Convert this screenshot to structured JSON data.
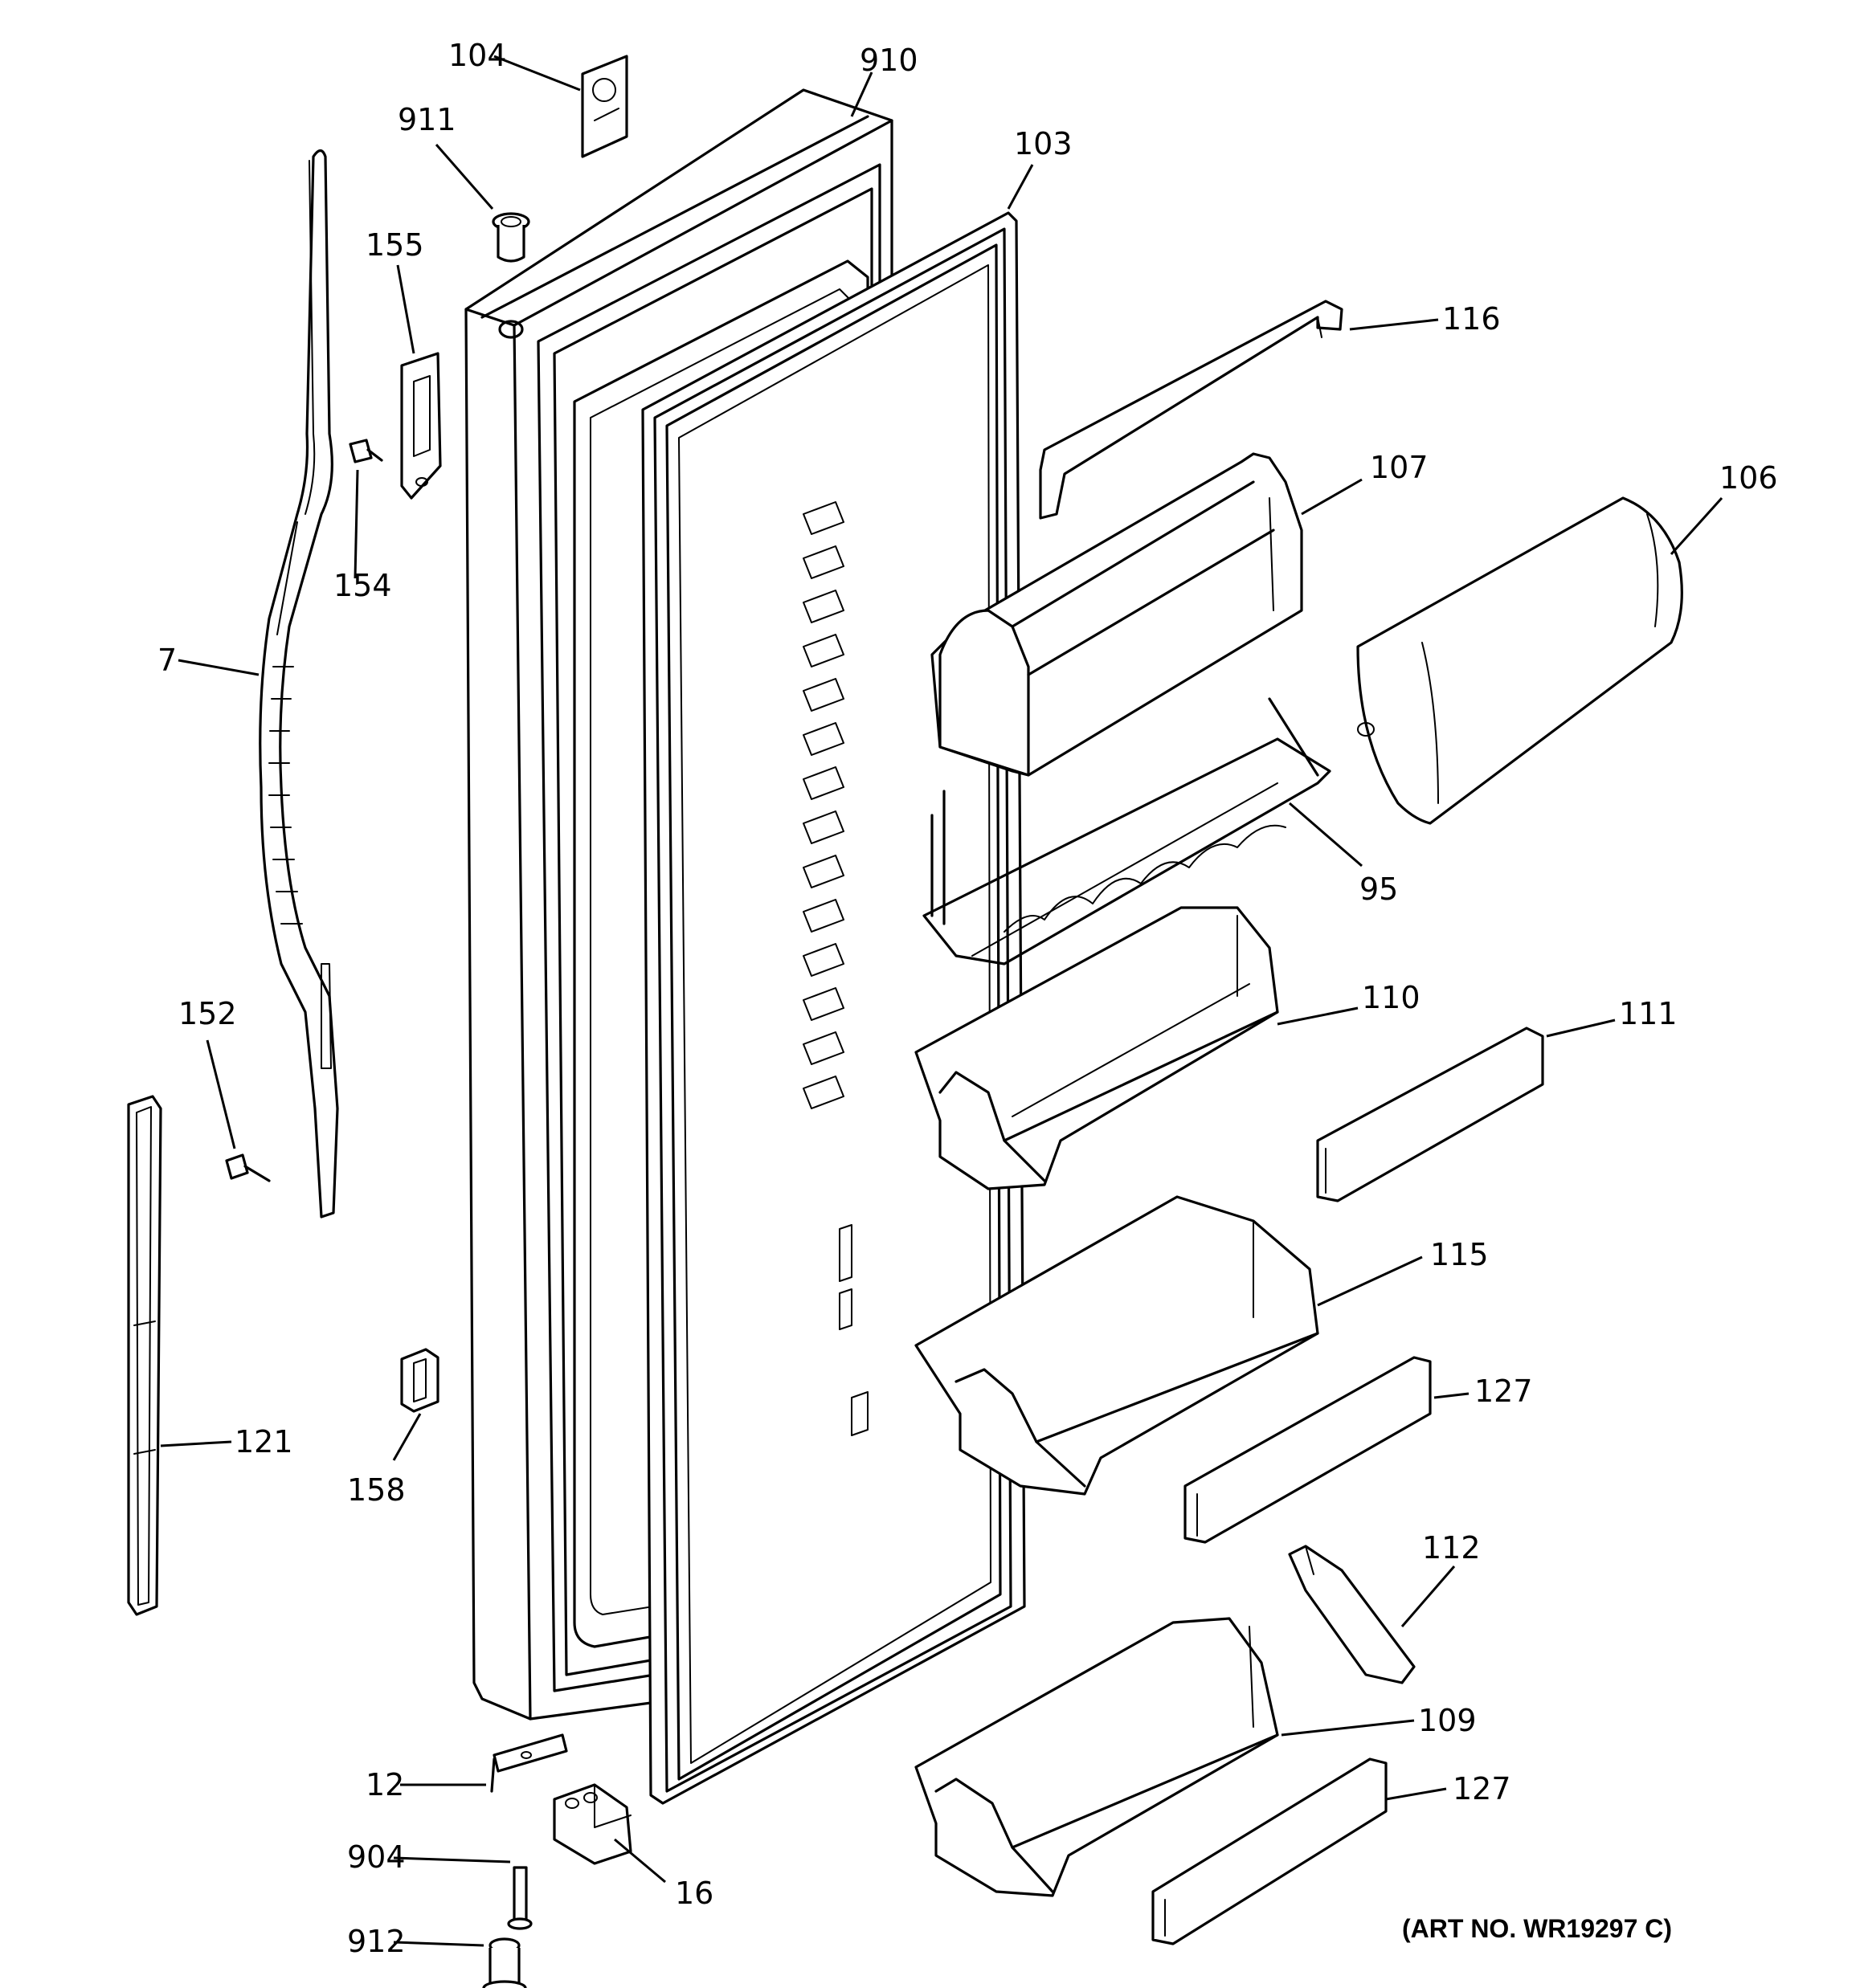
{
  "art_number": "(ART NO. WR19297 C)",
  "callouts": {
    "p104": "104",
    "p910": "910",
    "p911": "911",
    "p103": "103",
    "p155": "155",
    "p116": "116",
    "p154": "154",
    "p107": "107",
    "p106": "106",
    "p7": "7",
    "p95": "95",
    "p152": "152",
    "p110": "110",
    "p111": "111",
    "p115": "115",
    "p121": "121",
    "p158": "158",
    "p127a": "127",
    "p112": "112",
    "p109": "109",
    "p12": "12",
    "p127b": "127",
    "p904": "904",
    "p16": "16",
    "p912": "912"
  }
}
